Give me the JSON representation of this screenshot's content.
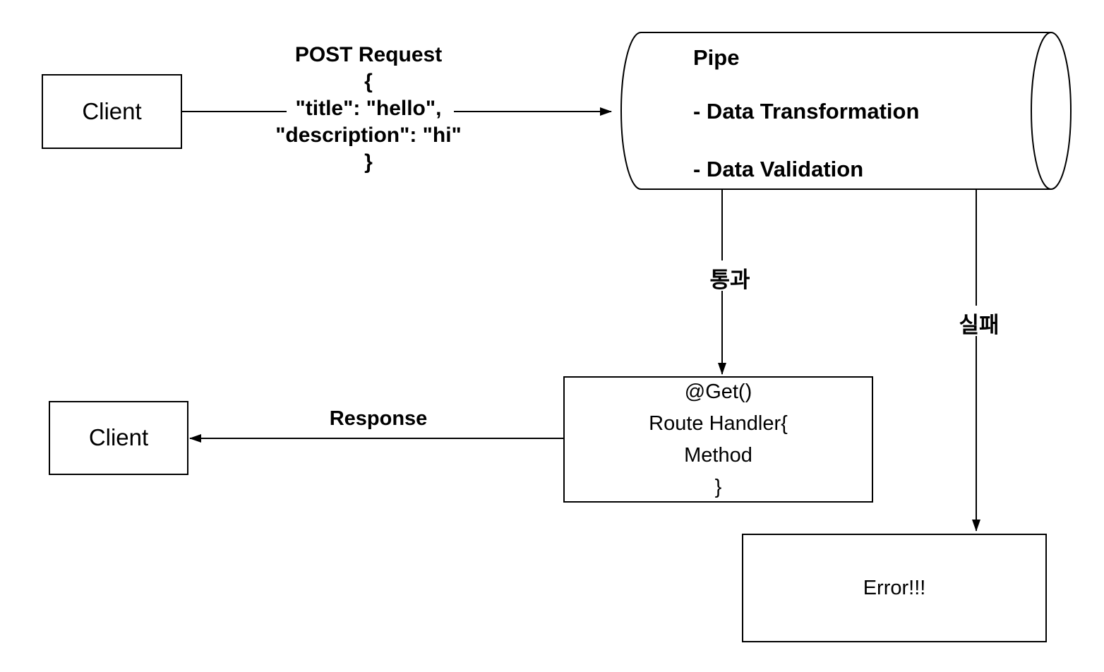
{
  "diagram": {
    "nodes": {
      "client_top": {
        "label": "Client"
      },
      "pipe": {
        "title": "Pipe",
        "features": [
          "- Data Transformation",
          "- Data Validation"
        ]
      },
      "route_handler": {
        "lines": [
          "@Get()",
          "Route Handler{",
          "Method",
          "}"
        ]
      },
      "client_bottom": {
        "label": "Client"
      },
      "error": {
        "label": "Error!!!"
      }
    },
    "edges": {
      "post_request": {
        "label_lines": [
          "POST Request",
          "{",
          "\"title\": \"hello\",",
          "\"description\": \"hi\"",
          "}"
        ]
      },
      "pass": {
        "label": "통과"
      },
      "fail": {
        "label": "실패"
      },
      "response": {
        "label": "Response"
      }
    },
    "colors": {
      "background": "#ffffff",
      "stroke": "#000000",
      "text": "#000000",
      "node_fill": "#ffffff"
    }
  }
}
